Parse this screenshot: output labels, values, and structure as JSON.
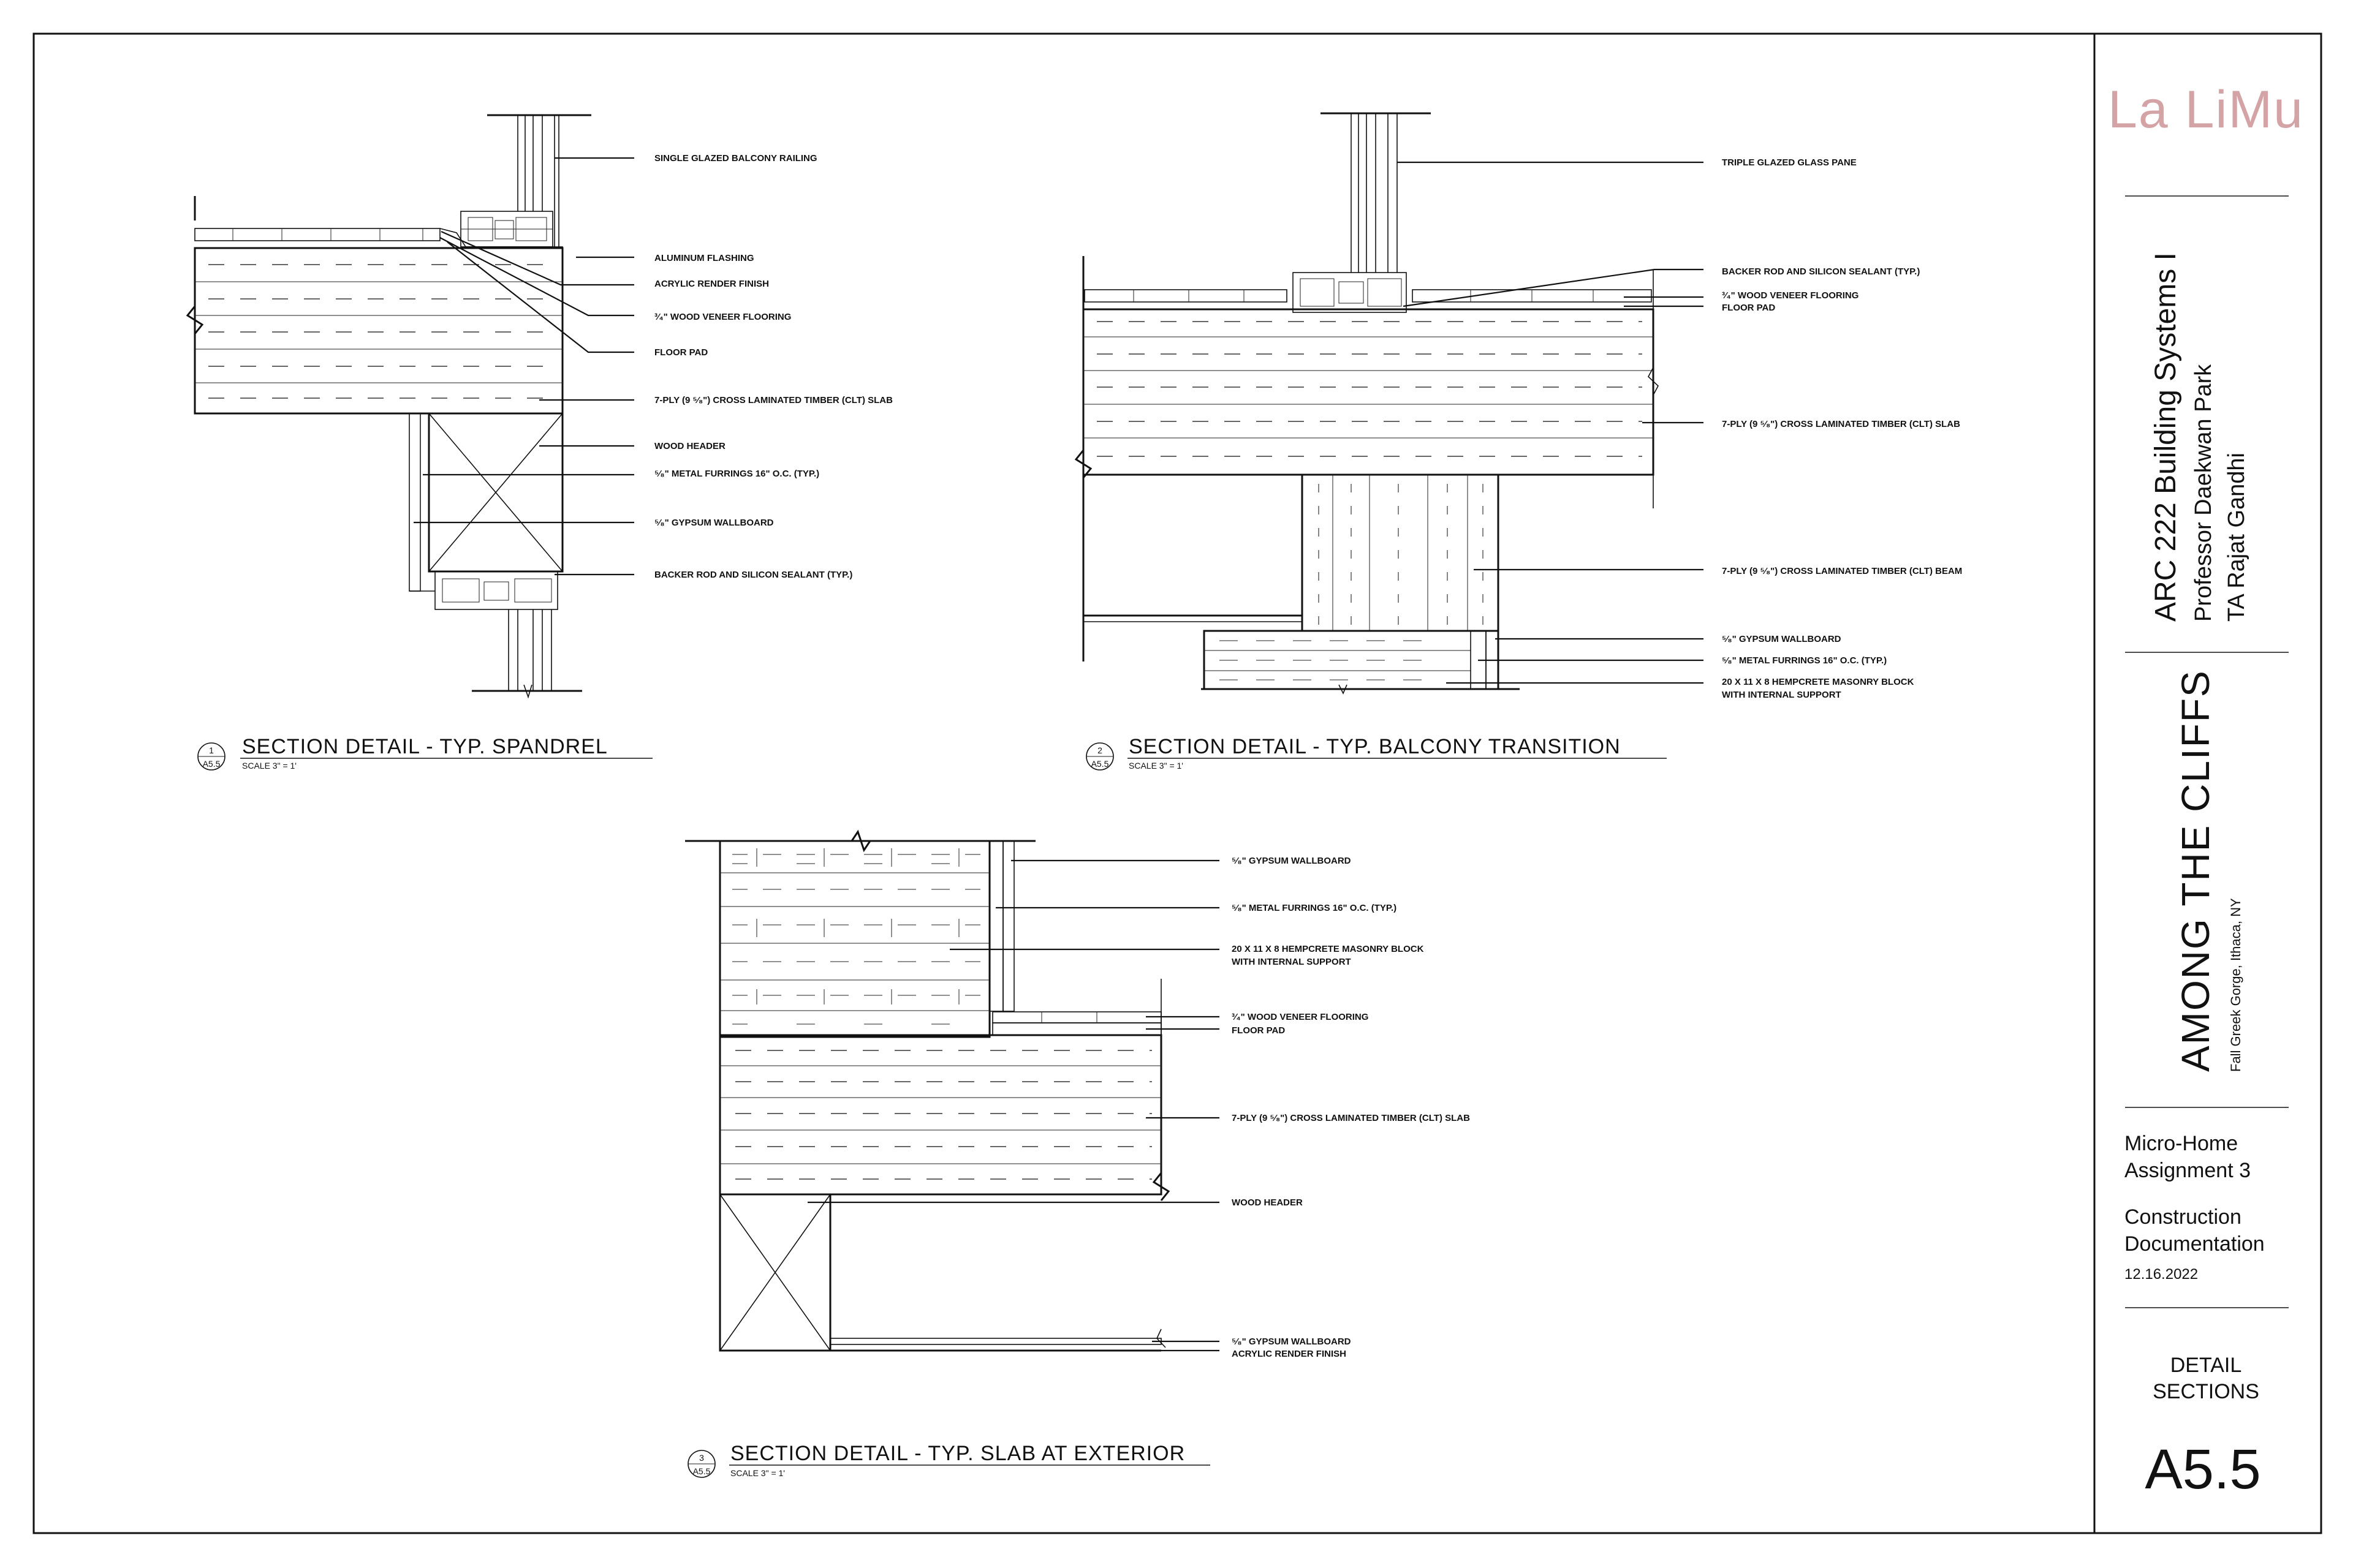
{
  "titleblock": {
    "firm": "La LiMu",
    "course": "ARC 222 Building Systems I",
    "professor": "Professor Daekwan Park",
    "ta": "TA Rajat Gandhi",
    "project": "AMONG THE CLIFFS",
    "location": "Fall Greek Gorge, Ithaca, NY",
    "assignment_line1": "Micro-Home",
    "assignment_line2": "Assignment 3",
    "phase_line1": "Construction",
    "phase_line2": "Documentation",
    "date": "12.16.2022",
    "sheet_title_line1": "DETAIL",
    "sheet_title_line2": "SECTIONS",
    "sheet_number": "A5.5",
    "firm_color": "#d3a3a6"
  },
  "details": [
    {
      "number": "1",
      "sheet_ref": "A5.5",
      "title": "SECTION DETAIL - TYP. SPANDREL",
      "scale": "SCALE 3\" = 1'",
      "notes": [
        "SINGLE GLAZED BALCONY RAILING",
        "ALUMINUM FLASHING",
        "ACRYLIC RENDER FINISH",
        "³⁄₄\" WOOD VENEER FLOORING",
        "FLOOR PAD",
        "7-PLY (9 ⁵⁄₈\") CROSS LAMINATED TIMBER (CLT) SLAB",
        "WOOD HEADER",
        "⁵⁄₈\"  METAL FURRINGS 16\" O.C. (TYP.)",
        "⁵⁄₈\" GYPSUM WALLBOARD",
        "BACKER ROD AND SILICON SEALANT (TYP.)"
      ]
    },
    {
      "number": "2",
      "sheet_ref": "A5.5",
      "title": "SECTION DETAIL - TYP. BALCONY TRANSITION",
      "scale": "SCALE 3\" = 1'",
      "notes": [
        "TRIPLE GLAZED GLASS PANE",
        "BACKER ROD AND SILICON SEALANT (TYP.)",
        "³⁄₄\" WOOD VENEER FLOORING",
        "FLOOR PAD",
        "7-PLY (9 ⁵⁄₈\") CROSS LAMINATED TIMBER (CLT) SLAB",
        "7-PLY (9 ⁵⁄₈\") CROSS LAMINATED TIMBER (CLT) BEAM",
        "⁵⁄₈\" GYPSUM WALLBOARD",
        "⁵⁄₈\"  METAL FURRINGS 16\" O.C. (TYP.)",
        "20 X 11 X 8 HEMPCRETE MASONRY BLOCK",
        "WITH INTERNAL SUPPORT"
      ]
    },
    {
      "number": "3",
      "sheet_ref": "A5.5",
      "title": "SECTION DETAIL - TYP. SLAB AT EXTERIOR",
      "scale": "SCALE 3\" = 1'",
      "notes": [
        "⁵⁄₈\" GYPSUM WALLBOARD",
        "⁵⁄₈\"  METAL FURRINGS 16\" O.C. (TYP.)",
        "20 X 11 X 8 HEMPCRETE MASONRY BLOCK",
        "WITH INTERNAL SUPPORT",
        "³⁄₄\" WOOD VENEER FLOORING",
        "FLOOR PAD",
        "7-PLY (9 ⁵⁄₈\") CROSS LAMINATED TIMBER (CLT) SLAB",
        "WOOD HEADER",
        "⁵⁄₈\" GYPSUM WALLBOARD",
        "ACRYLIC RENDER FINISH"
      ]
    }
  ]
}
